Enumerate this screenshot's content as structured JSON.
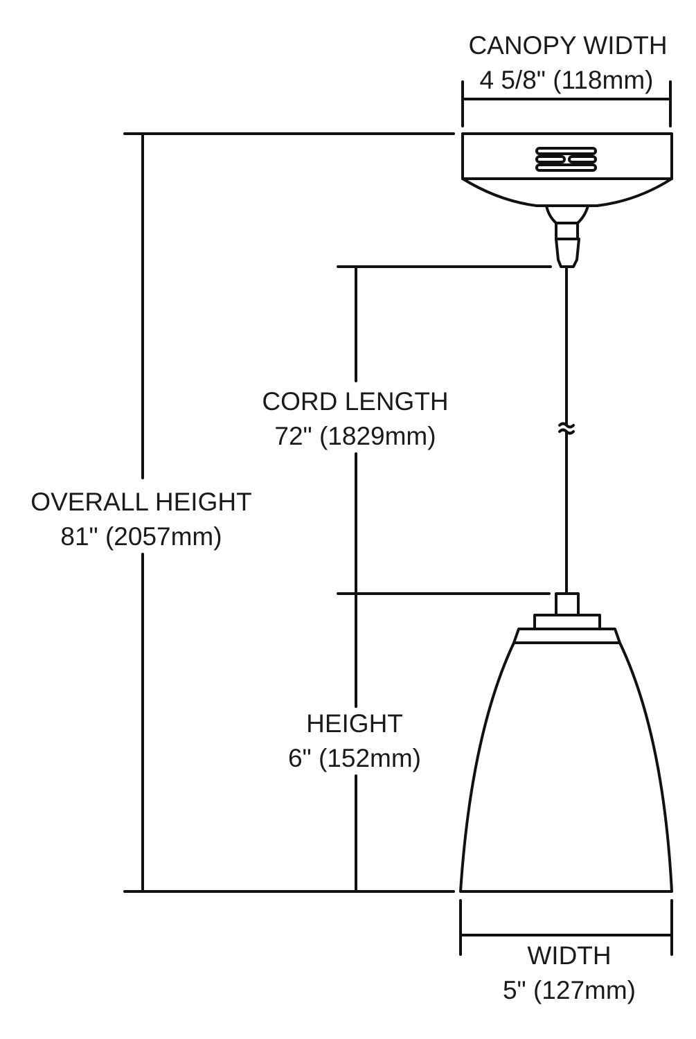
{
  "canopy_width": {
    "label": "CANOPY WIDTH",
    "value": "4 5/8\" (118mm)"
  },
  "overall_height": {
    "label": "OVERALL HEIGHT",
    "value": "81\" (2057mm)"
  },
  "cord_length": {
    "label": "CORD LENGTH",
    "value": "72\" (1829mm)"
  },
  "height": {
    "label": "HEIGHT",
    "value": "6\" (152mm)"
  },
  "width": {
    "label": "WIDTH",
    "value": "5\" (127mm)"
  }
}
